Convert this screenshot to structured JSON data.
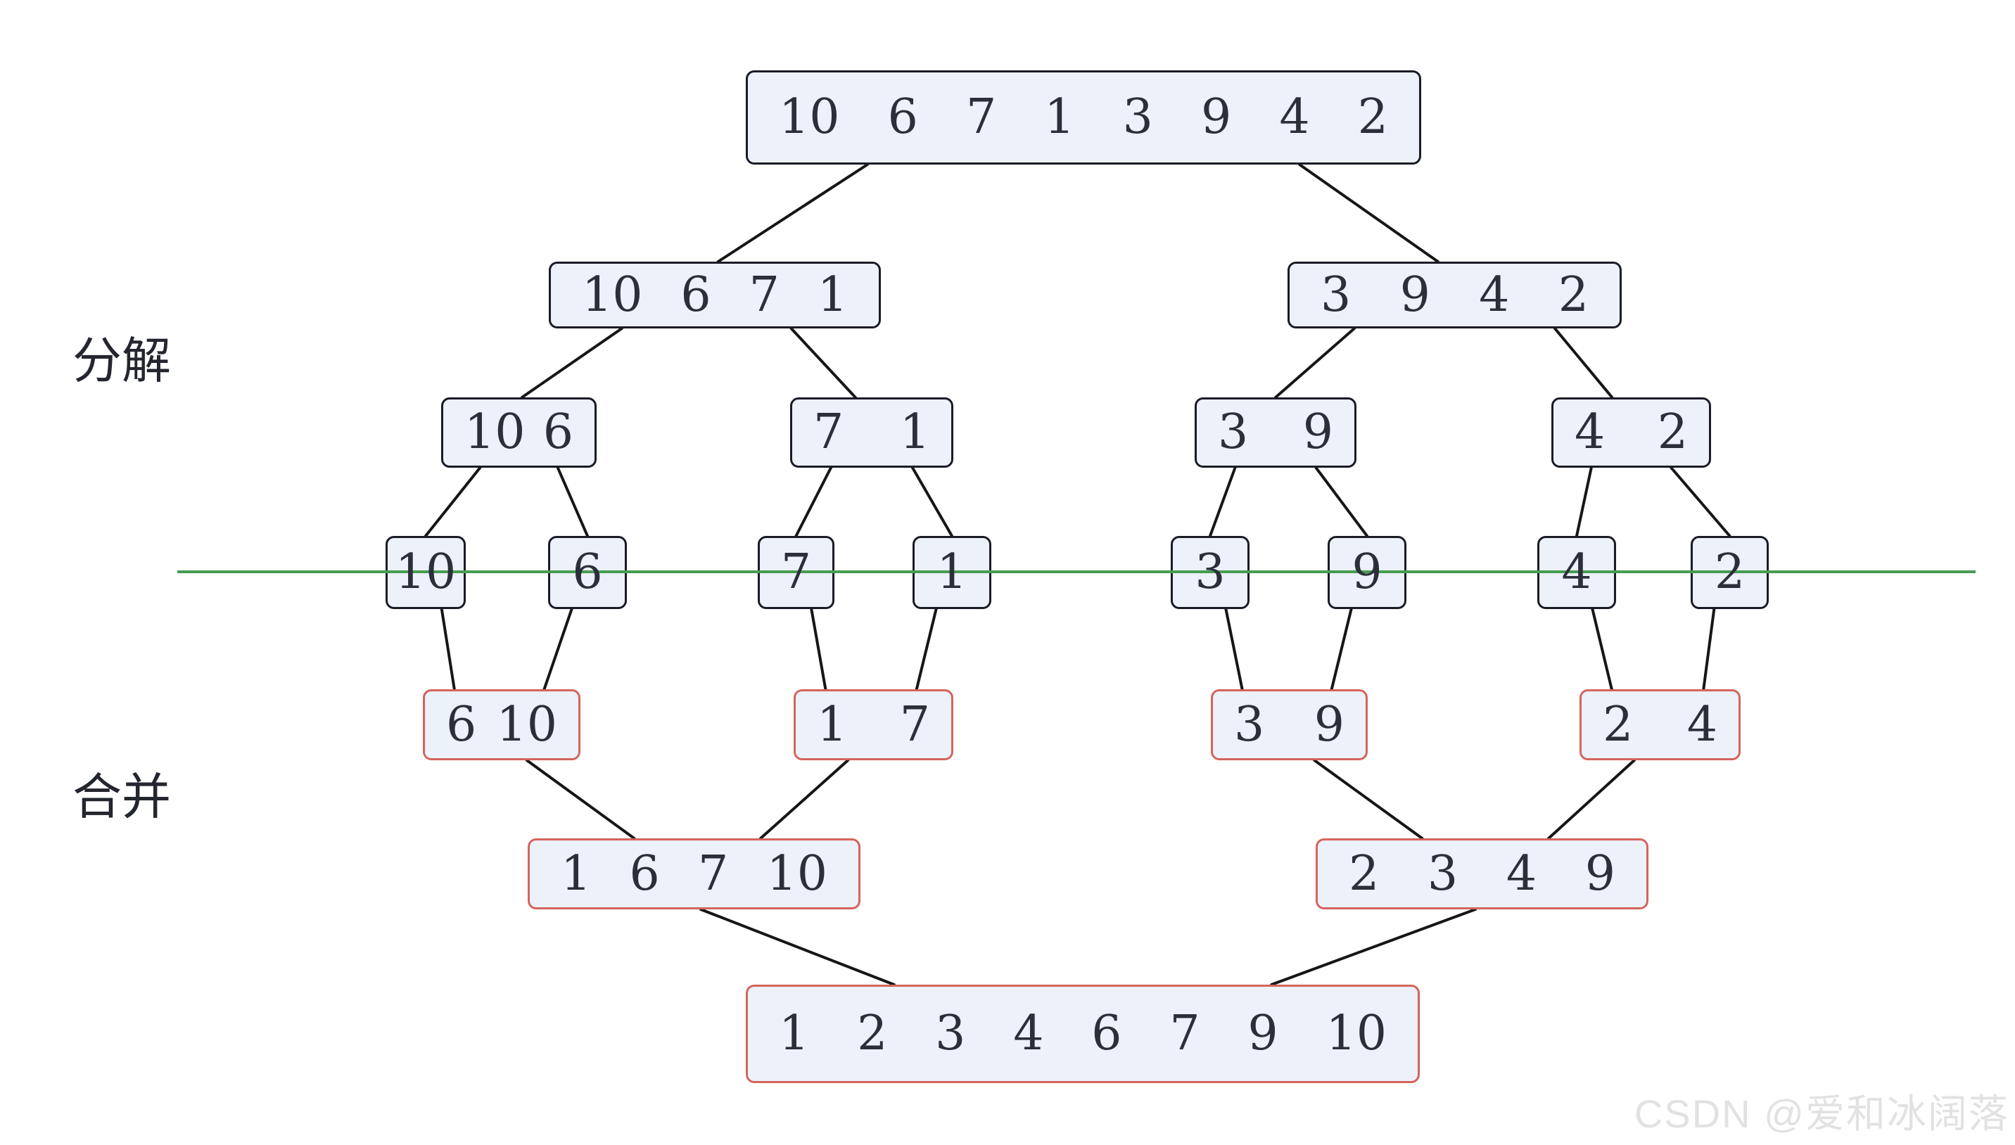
{
  "labels": {
    "decompose": "分解",
    "merge": "合并"
  },
  "watermark": "CSDN @爱和冰阔落",
  "colors": {
    "background": "#ffffff",
    "box_fill": "#edf1fa",
    "decompose_border": "#1b1b26",
    "merge_border": "#d4645c",
    "digit_text": "#2b2f3a",
    "label_text": "#23262e",
    "connector": "#161616",
    "divider_green": "#479c52",
    "watermark_text": "#e2e2e2"
  },
  "diagram": {
    "type": "merge-sort-recursion-tree",
    "initial_array": [
      10,
      6,
      7,
      1,
      3,
      9,
      4,
      2
    ],
    "sorted_array": [
      1,
      2,
      3,
      4,
      6,
      7,
      9,
      10
    ],
    "nodes": [
      {
        "id": "d0",
        "phase": "decompose",
        "values": [
          "10",
          "6",
          "7",
          "1",
          "3",
          "9",
          "4",
          "2"
        ]
      },
      {
        "id": "d1",
        "phase": "decompose",
        "values": [
          "10",
          "6",
          "7",
          "1"
        ]
      },
      {
        "id": "d2",
        "phase": "decompose",
        "values": [
          "3",
          "9",
          "4",
          "2"
        ]
      },
      {
        "id": "d3",
        "phase": "decompose",
        "values": [
          "10",
          "6"
        ]
      },
      {
        "id": "d4",
        "phase": "decompose",
        "values": [
          "7",
          "1"
        ]
      },
      {
        "id": "d5",
        "phase": "decompose",
        "values": [
          "3",
          "9"
        ]
      },
      {
        "id": "d6",
        "phase": "decompose",
        "values": [
          "4",
          "2"
        ]
      },
      {
        "id": "s0",
        "phase": "decompose",
        "values": [
          "10"
        ]
      },
      {
        "id": "s1",
        "phase": "decompose",
        "values": [
          "6"
        ]
      },
      {
        "id": "s2",
        "phase": "decompose",
        "values": [
          "7"
        ]
      },
      {
        "id": "s3",
        "phase": "decompose",
        "values": [
          "1"
        ]
      },
      {
        "id": "s4",
        "phase": "decompose",
        "values": [
          "3"
        ]
      },
      {
        "id": "s5",
        "phase": "decompose",
        "values": [
          "9"
        ]
      },
      {
        "id": "s6",
        "phase": "decompose",
        "values": [
          "4"
        ]
      },
      {
        "id": "s7",
        "phase": "decompose",
        "values": [
          "2"
        ]
      },
      {
        "id": "m0",
        "phase": "merge",
        "values": [
          "6",
          "10"
        ]
      },
      {
        "id": "m1",
        "phase": "merge",
        "values": [
          "1",
          "7"
        ]
      },
      {
        "id": "m2",
        "phase": "merge",
        "values": [
          "3",
          "9"
        ]
      },
      {
        "id": "m3",
        "phase": "merge",
        "values": [
          "2",
          "4"
        ]
      },
      {
        "id": "m4",
        "phase": "merge",
        "values": [
          "1",
          "6",
          "7",
          "10"
        ]
      },
      {
        "id": "m5",
        "phase": "merge",
        "values": [
          "2",
          "3",
          "4",
          "9"
        ]
      },
      {
        "id": "m6",
        "phase": "merge",
        "values": [
          "1",
          "2",
          "3",
          "4",
          "6",
          "7",
          "9",
          "10"
        ]
      }
    ],
    "edges": [
      [
        "d0",
        "d1"
      ],
      [
        "d0",
        "d2"
      ],
      [
        "d1",
        "d3"
      ],
      [
        "d1",
        "d4"
      ],
      [
        "d2",
        "d5"
      ],
      [
        "d2",
        "d6"
      ],
      [
        "d3",
        "s0"
      ],
      [
        "d3",
        "s1"
      ],
      [
        "d4",
        "s2"
      ],
      [
        "d4",
        "s3"
      ],
      [
        "d5",
        "s4"
      ],
      [
        "d5",
        "s5"
      ],
      [
        "d6",
        "s6"
      ],
      [
        "d6",
        "s7"
      ],
      [
        "s0",
        "m0"
      ],
      [
        "s1",
        "m0"
      ],
      [
        "s2",
        "m1"
      ],
      [
        "s3",
        "m1"
      ],
      [
        "s4",
        "m2"
      ],
      [
        "s5",
        "m2"
      ],
      [
        "s6",
        "m3"
      ],
      [
        "s7",
        "m3"
      ],
      [
        "m0",
        "m4"
      ],
      [
        "m1",
        "m4"
      ],
      [
        "m2",
        "m5"
      ],
      [
        "m3",
        "m5"
      ],
      [
        "m4",
        "m6"
      ],
      [
        "m5",
        "m6"
      ]
    ]
  }
}
